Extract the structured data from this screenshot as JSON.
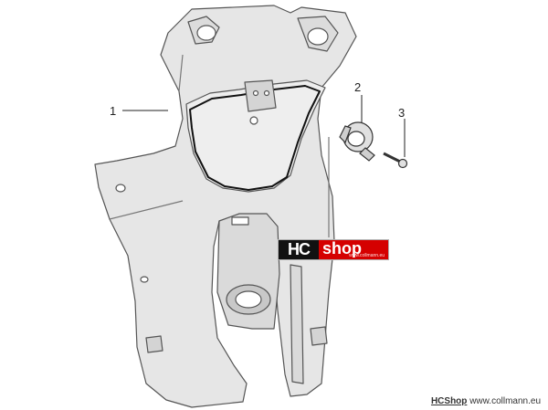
{
  "callouts": [
    "1",
    "2",
    "3"
  ],
  "badge": {
    "left_text": "HC",
    "right_text": "shop",
    "small_url": "www.collmann.eu",
    "colors": {
      "left_bg": "#111111",
      "right_bg": "#d50000",
      "text": "#ffffff"
    }
  },
  "watermark": {
    "brand": "HCShop",
    "url": "www.collmann.eu"
  },
  "drawing": {
    "line_color": "#555555",
    "fill_color": "#e6e6e6",
    "parts": [
      "front-leg-shield-panel",
      "ignition-lock-cover",
      "screw"
    ]
  }
}
